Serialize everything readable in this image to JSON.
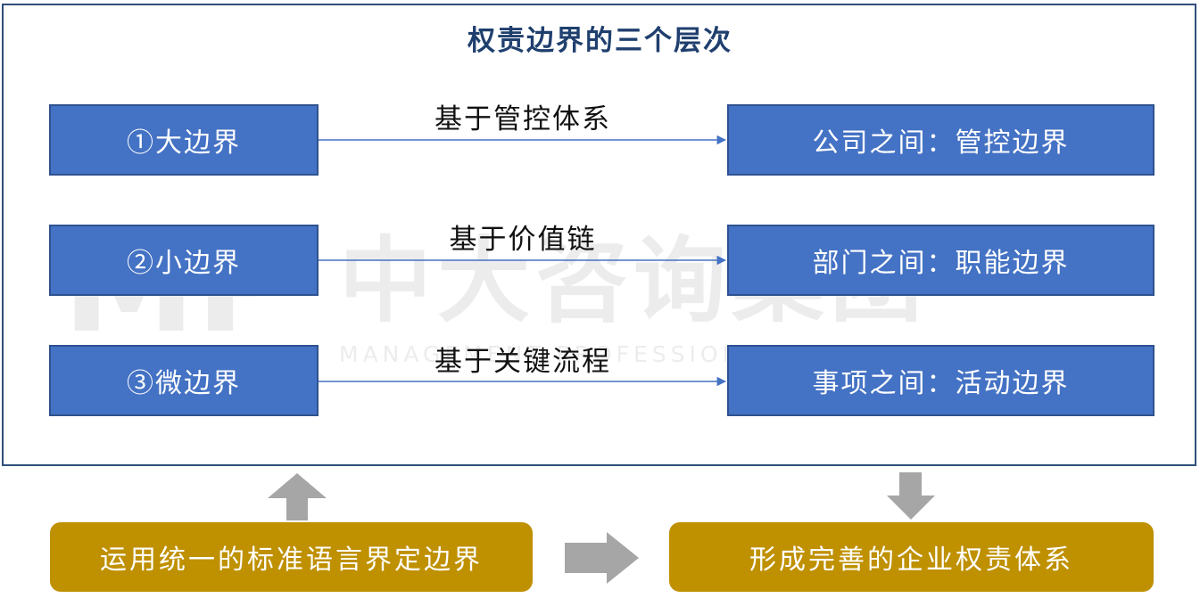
{
  "title": "权责边界的三个层次",
  "rows": [
    {
      "left": "①大边界",
      "connector": "基于管控体系",
      "right": "公司之间：管控边界"
    },
    {
      "left": "②小边界",
      "connector": "基于价值链",
      "right": "部门之间：职能边界"
    },
    {
      "left": "③微边界",
      "connector": "基于关键流程",
      "right": "事项之间：活动边界"
    }
  ],
  "bottom": {
    "left": "运用统一的标准语言界定边界",
    "right": "形成完善的企业权责体系"
  },
  "watermark": {
    "logo": "MP",
    "chinese": "中大咨询集团",
    "english": "MANAGEMENT PROFESSIONAL GROUP"
  },
  "colors": {
    "box_blue": "#4472c4",
    "box_gold": "#bf9000",
    "title": "#1f3f6e",
    "arrow_gray": "#a6a6a6",
    "connector_line": "#4472c4"
  }
}
